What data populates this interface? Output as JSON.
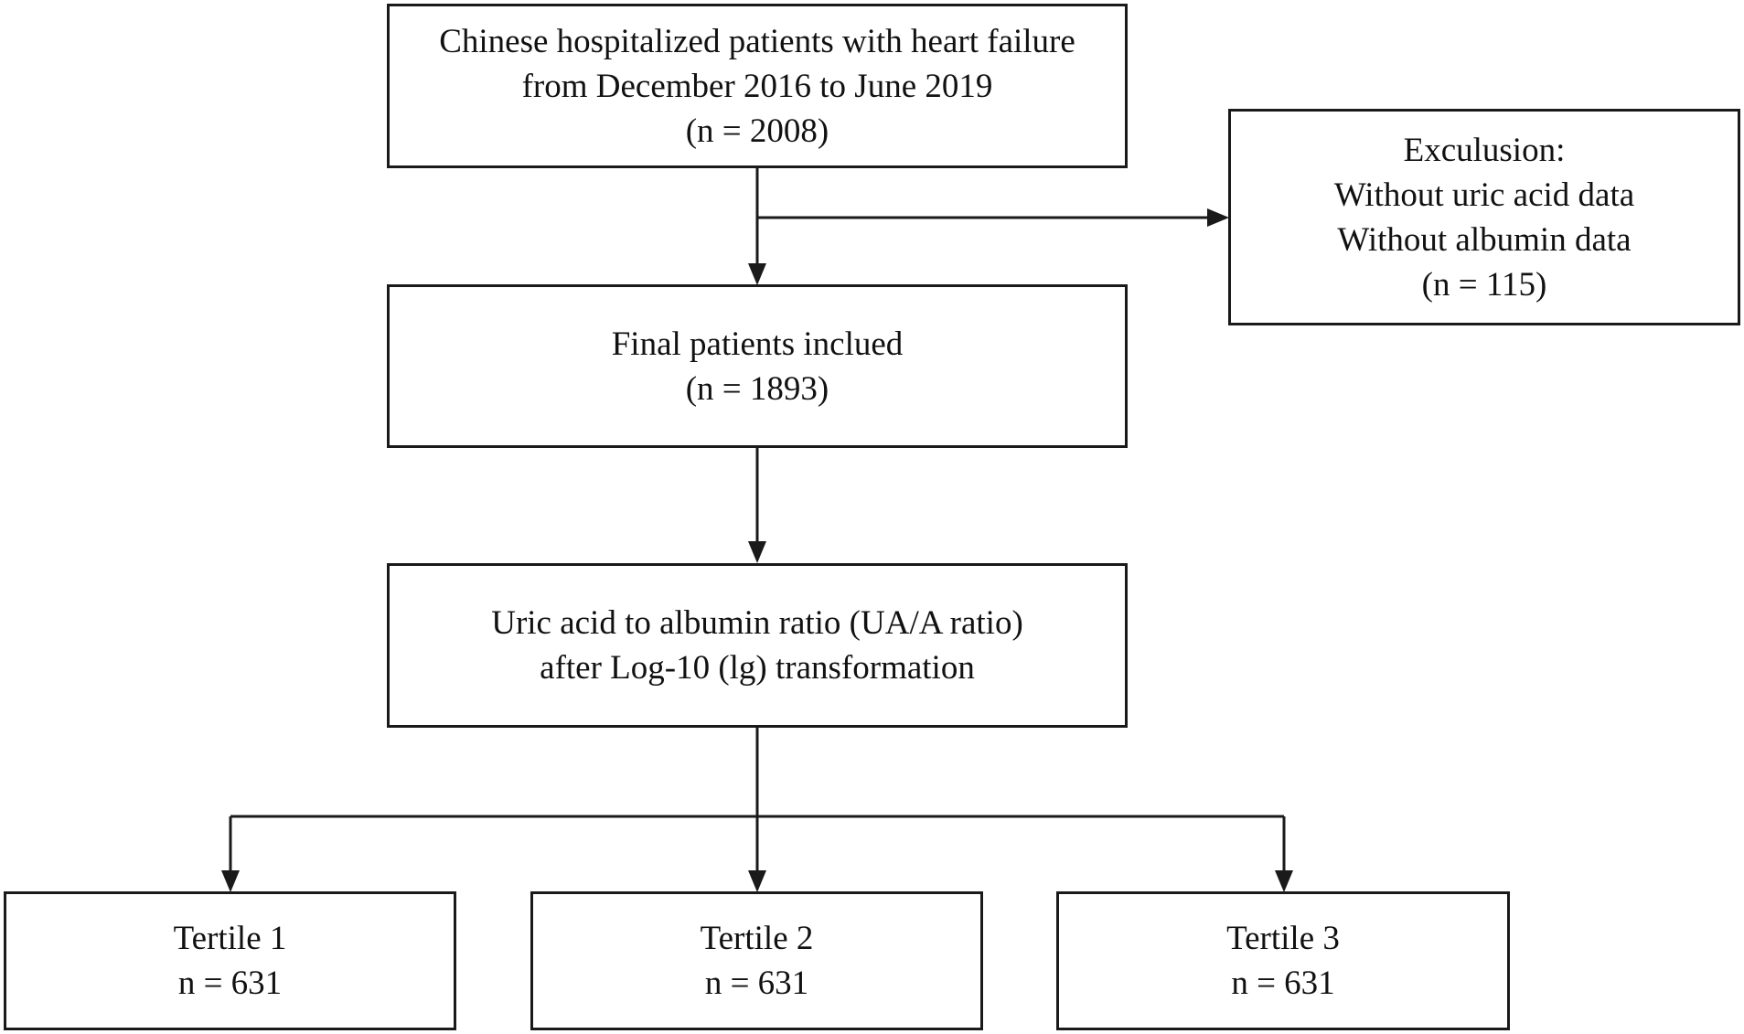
{
  "flowchart": {
    "enrollment": {
      "line1": "Chinese hospitalized patients with heart failure",
      "line2": "from December 2016 to June 2019",
      "line3": "(n = 2008)"
    },
    "exclusion": {
      "title": "Exculusion:",
      "reason1": "Without uric acid data",
      "reason2": "Without albumin data",
      "count": "(n = 115)"
    },
    "final": {
      "line1": "Final patients inclued",
      "line2": "(n = 1893)"
    },
    "ratio": {
      "line1": "Uric acid to albumin ratio (UA/A ratio)",
      "line2": "after Log-10 (lg) transformation"
    },
    "tertiles": [
      {
        "label": "Tertile 1",
        "count": "n = 631"
      },
      {
        "label": "Tertile 2",
        "count": "n = 631"
      },
      {
        "label": "Tertile 3",
        "count": "n = 631"
      }
    ]
  }
}
